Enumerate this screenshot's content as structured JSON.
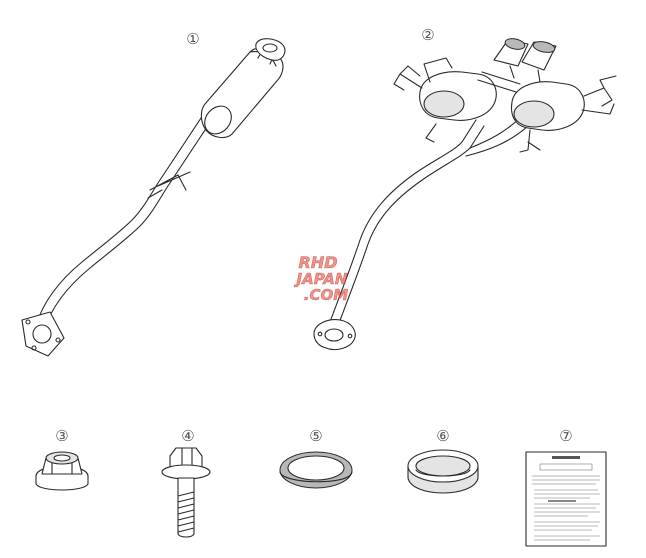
{
  "parts": [
    {
      "id": "front-pipe",
      "label": "①"
    },
    {
      "id": "rear-muffler",
      "label": "②"
    },
    {
      "id": "flange-nut",
      "label": "③"
    },
    {
      "id": "flange-bolt",
      "label": "④"
    },
    {
      "id": "gasket-thin",
      "label": "⑤"
    },
    {
      "id": "gasket-thick",
      "label": "⑥"
    },
    {
      "id": "instruction-sheet",
      "label": "⑦"
    }
  ],
  "watermark": {
    "line1": "RHD",
    "line2": "JAPAN",
    "line3": ".COM",
    "color": "#e8584a"
  },
  "colors": {
    "line": "#2a2a2a",
    "label": "#555555",
    "background": "#ffffff"
  }
}
